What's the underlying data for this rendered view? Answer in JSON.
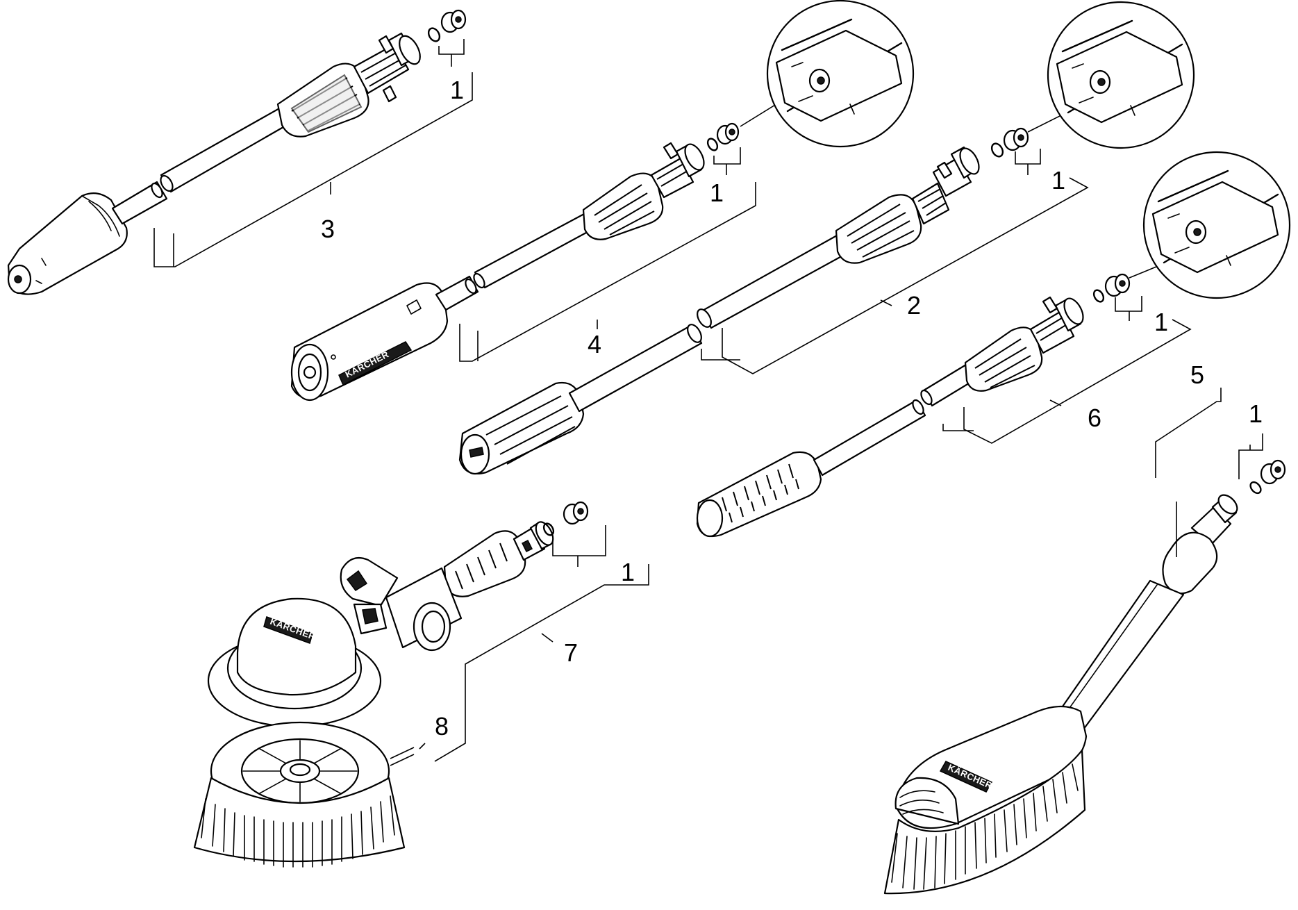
{
  "brand_logo": "KÄRCHER",
  "labels": {
    "p1": "1",
    "p2": "2",
    "p3": "3",
    "p4": "4",
    "p5": "5",
    "p6": "6",
    "p7": "7",
    "p8": "8"
  },
  "colors": {
    "line": "#000000",
    "background": "#ffffff"
  }
}
